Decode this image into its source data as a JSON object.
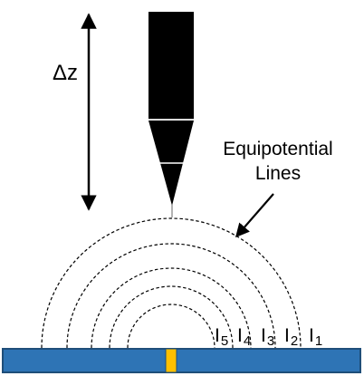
{
  "diagram": {
    "delta_label": "Δz",
    "equipotential_label_line1": "Equipotential",
    "equipotential_label_line2": "Lines",
    "current_labels": [
      {
        "main": "I",
        "sub": "5"
      },
      {
        "main": "I",
        "sub": "4"
      },
      {
        "main": "I",
        "sub": "3"
      },
      {
        "main": "I",
        "sub": "2"
      },
      {
        "main": "I",
        "sub": "1"
      }
    ],
    "colors": {
      "probe": "#000000",
      "substrate": "#2e74b5",
      "substrate_border": "#1f4e79",
      "electrode": "#ffc000",
      "lines": "#000000"
    }
  }
}
